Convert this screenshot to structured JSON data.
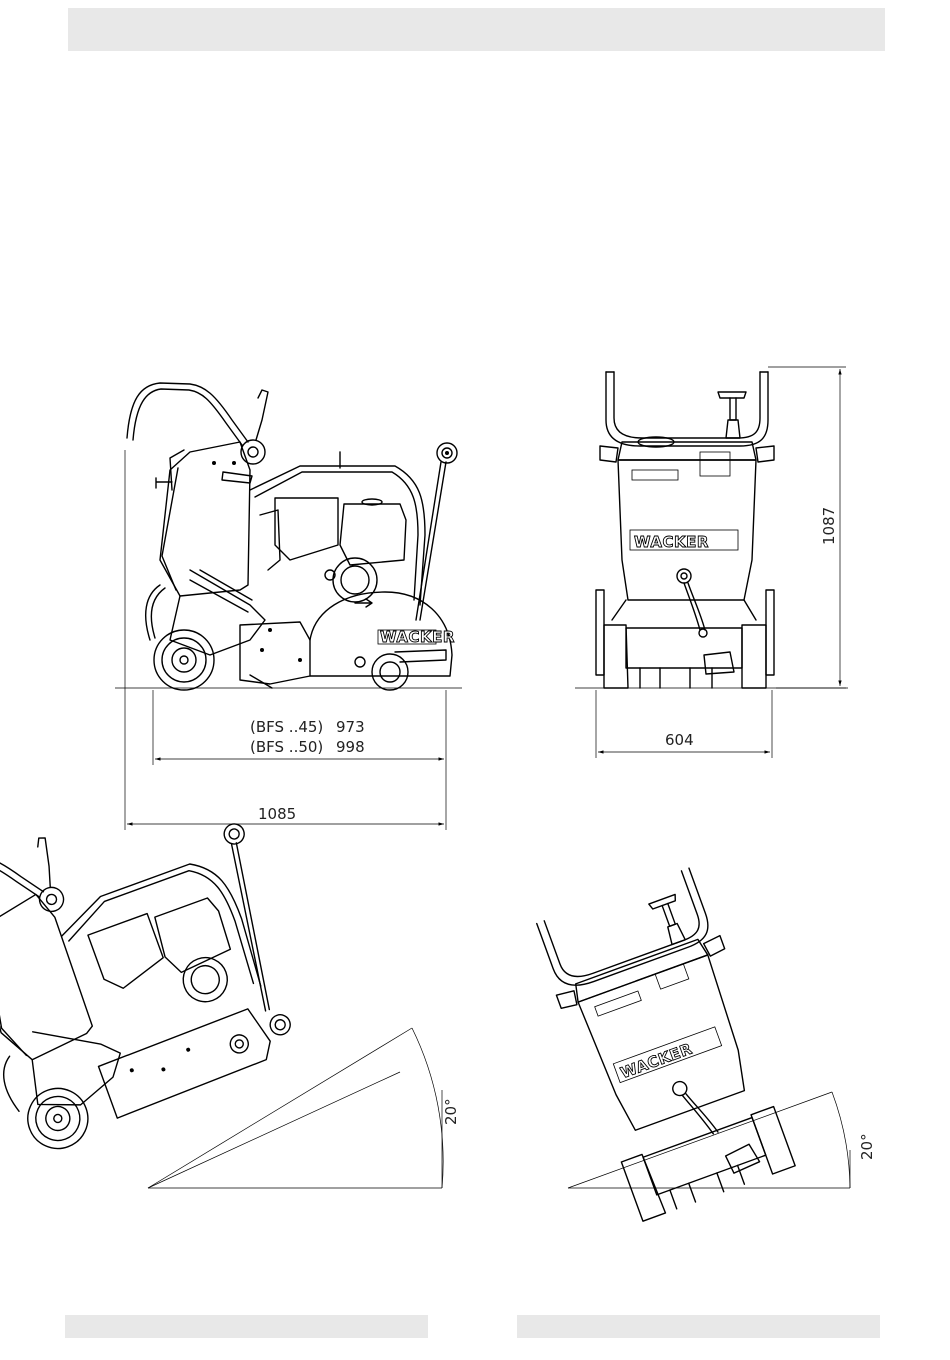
{
  "brand": "WACKER",
  "dimensions": {
    "bfs45_label": "(BFS ..45)",
    "bfs45_value": "973",
    "bfs50_label": "(BFS ..50)",
    "bfs50_value": "998",
    "overall_length": "1085",
    "height": "1087",
    "width": "604",
    "incline_left": "20°",
    "incline_right": "20°"
  }
}
